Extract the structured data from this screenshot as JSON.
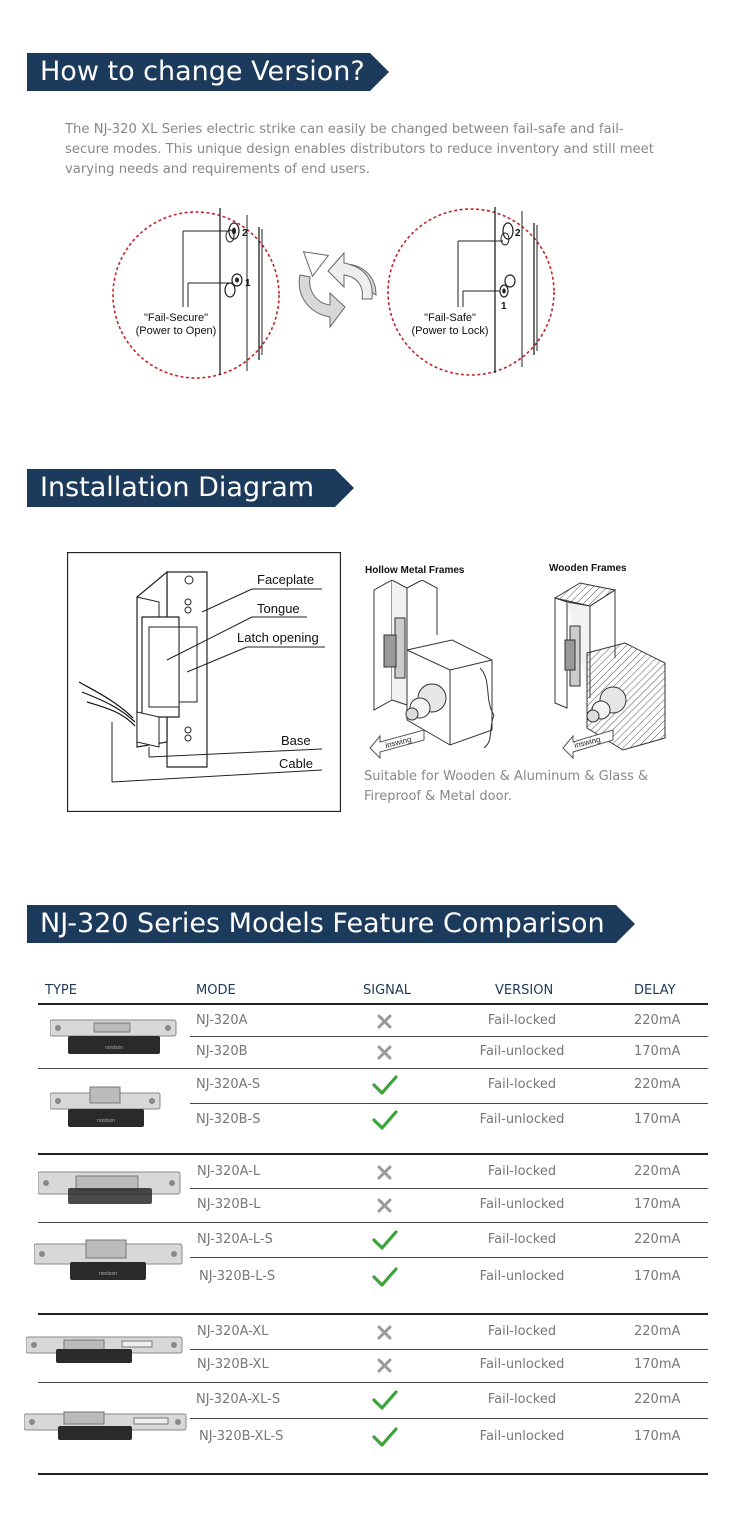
{
  "section_version": {
    "title": "How to change Version?",
    "intro": "The NJ-320 XL Series electric strike can easily be changed between fail-safe and fail-secure modes. This unique design enables distributors to reduce inventory and still meet varying needs and requirements of end users.",
    "left_label_1": "\"Fail-Secure\"",
    "left_label_2": "(Power to Open)",
    "right_label_1": "\"Fail-Safe\"",
    "right_label_2": "(Power to Lock)",
    "num_1": "1",
    "num_2": "2"
  },
  "section_install": {
    "title": "Installation Diagram",
    "labels": [
      "Faceplate",
      "Tongue",
      "Latch opening",
      "Base",
      "Cable"
    ],
    "hollow_title": "Hollow Metal Frames",
    "wooden_title": "Wooden Frames",
    "inswing": "inswing",
    "suitable": "Suitable for Wooden & Aluminum & Glass & Fireproof & Metal door."
  },
  "section_compare": {
    "title": "NJ-320 Series Models Feature Comparison",
    "headers": [
      "TYPE",
      "MODE",
      "SIGNAL",
      "VERSION",
      "DELAY"
    ],
    "rows": [
      {
        "mode": "NJ-320A",
        "signal": "no",
        "version": "Fail-locked",
        "delay": "220mA"
      },
      {
        "mode": "NJ-320B",
        "signal": "no",
        "version": "Fail-unlocked",
        "delay": "170mA"
      },
      {
        "mode": "NJ-320A-S",
        "signal": "yes",
        "version": "Fail-locked",
        "delay": "220mA"
      },
      {
        "mode": "NJ-320B-S",
        "signal": "yes",
        "version": "Fail-unlocked",
        "delay": "170mA"
      },
      {
        "mode": "NJ-320A-L",
        "signal": "no",
        "version": "Fail-locked",
        "delay": "220mA"
      },
      {
        "mode": "NJ-320B-L",
        "signal": "no",
        "version": "Fail-unlocked",
        "delay": "170mA"
      },
      {
        "mode": "NJ-320A-L-S",
        "signal": "yes",
        "version": "Fail-locked",
        "delay": "220mA"
      },
      {
        "mode": "NJ-320B-L-S",
        "signal": "yes",
        "version": "Fail-unlocked",
        "delay": "170mA"
      },
      {
        "mode": "NJ-320A-XL",
        "signal": "no",
        "version": "Fail-locked",
        "delay": "220mA"
      },
      {
        "mode": "NJ-320B-XL",
        "signal": "no",
        "version": "Fail-unlocked",
        "delay": "170mA"
      },
      {
        "mode": "NJ-320A-XL-S",
        "signal": "yes",
        "version": "Fail-locked",
        "delay": "220mA"
      },
      {
        "mode": "NJ-320B-XL-S",
        "signal": "yes",
        "version": "Fail-unlocked",
        "delay": "170mA"
      }
    ],
    "brand_text": "nordson"
  },
  "colors": {
    "banner": "#1c3a5c",
    "check": "#3aa53a",
    "cross": "#9a9a9a",
    "dotted_circle": "#c0262c"
  }
}
